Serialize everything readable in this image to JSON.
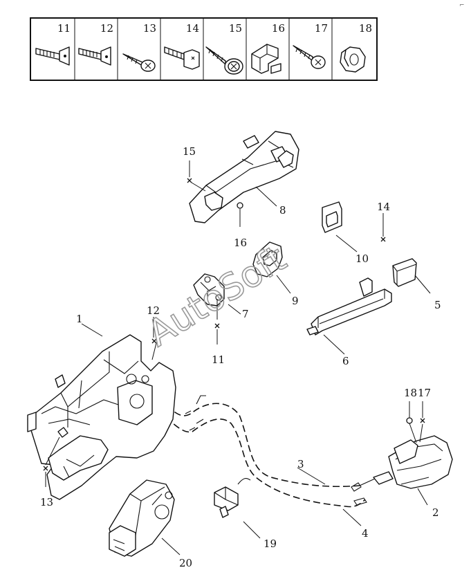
{
  "fastener_table": {
    "columns": [
      "11",
      "12",
      "13",
      "14",
      "15",
      "16",
      "17",
      "18"
    ],
    "icons": [
      "flat-head-bolt-icon",
      "flat-head-bolt-icon",
      "self-tapping-screw-icon",
      "flange-bolt-icon",
      "washer-screw-icon",
      "clip-icon",
      "tapping-screw-icon",
      "push-nut-icon"
    ]
  },
  "callouts": {
    "c1": "1",
    "c2": "2",
    "c3": "3",
    "c4": "4",
    "c5": "5",
    "c6": "6",
    "c7": "7",
    "c8": "8",
    "c9": "9",
    "c10": "10",
    "c11": "11",
    "c12": "12",
    "c13": "13",
    "c14": "14",
    "c15": "15",
    "c16": "16",
    "c17": "17",
    "c18": "18",
    "c19": "19",
    "c20": "20"
  },
  "watermark": "AutoSoft",
  "corner_mark": "⌐"
}
